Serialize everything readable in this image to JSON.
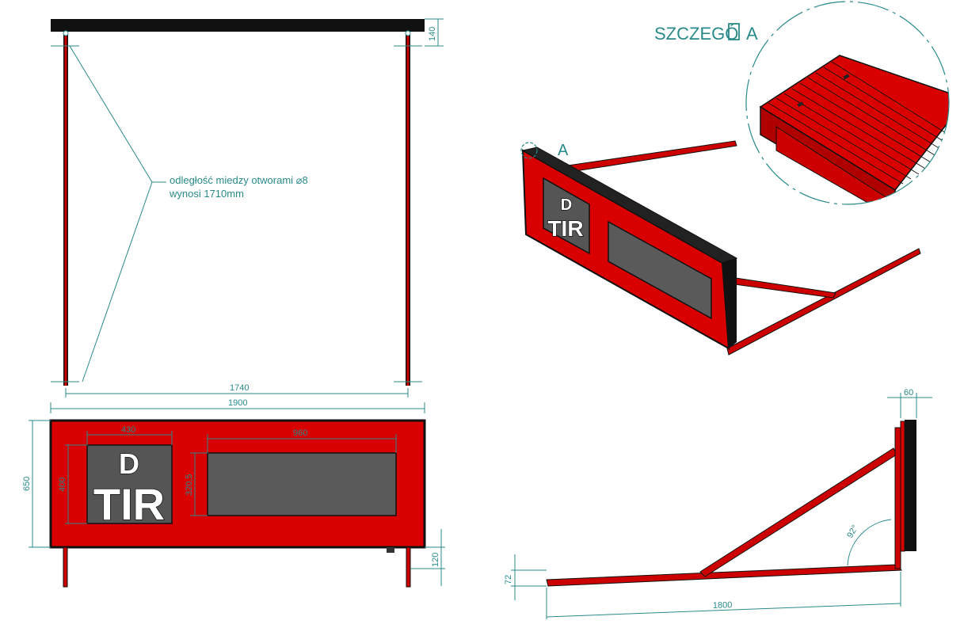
{
  "top_view": {
    "dim_140": "140",
    "dim_1740": "1740",
    "dim_1900": "1900",
    "note_line1": "odległość miedzy otworami ⌀8",
    "note_line2": "wynosi 1710mm"
  },
  "front_view": {
    "sign_letter_top": "D",
    "sign_letter_bottom": "TIR",
    "dim_430": "430",
    "dim_960": "960",
    "dim_650": "650",
    "dim_400": "400",
    "dim_320_5": "320,5",
    "dim_120": "120"
  },
  "iso_view": {
    "detail_label": "A",
    "detail_title": "SZCZEGÓ",
    "detail_title_suffix": "A",
    "sign_letter_top": "D",
    "sign_letter_bottom": "TIR"
  },
  "side_view": {
    "dim_60": "60",
    "dim_92": "92°",
    "dim_72": "72",
    "dim_1800": "1800"
  },
  "colors": {
    "frame_red": "#d80000",
    "panel_grey": "#555555",
    "dimension_teal": "#2a8a8a",
    "black": "#111111"
  }
}
